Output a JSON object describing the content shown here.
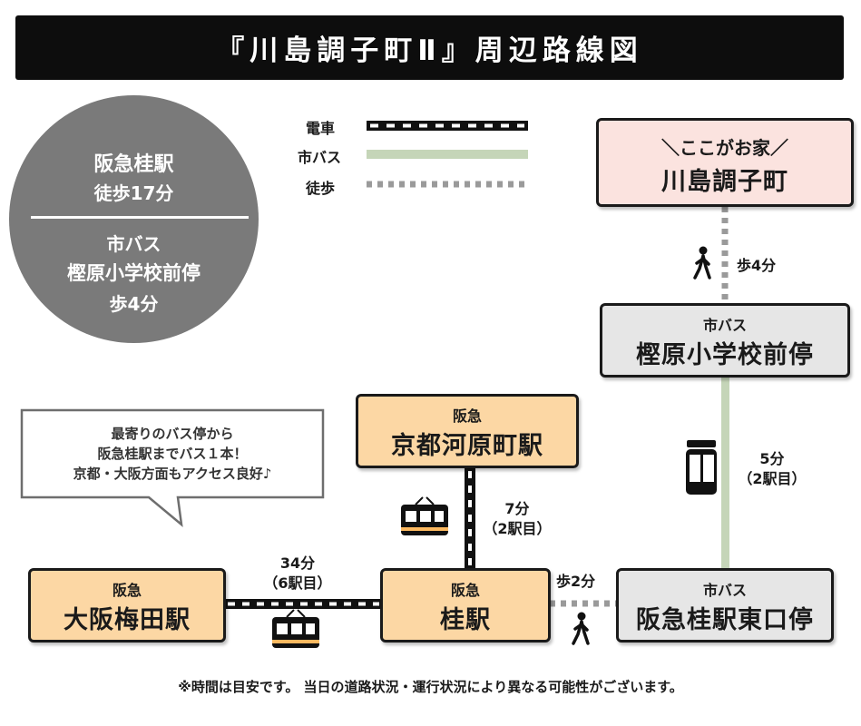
{
  "title": "『川島調子町Ⅱ』周辺路線図",
  "access_summary": {
    "line1": "阪急桂駅",
    "line2": "徒歩17分",
    "line3": "市バス",
    "line4": "樫原小学校前停",
    "line5": "歩4分"
  },
  "legend": {
    "train": "電車",
    "bus": "市バス",
    "walk": "徒歩"
  },
  "home": {
    "tag": "＼ここがお家／",
    "name": "川島調子町"
  },
  "walk_home": "歩4分",
  "bus_stop_school": {
    "type": "市バス",
    "name": "樫原小学校前停"
  },
  "bus_ride": {
    "time": "5分",
    "stops": "（2駅目）"
  },
  "kyoto_station": {
    "line": "阪急",
    "name": "京都河原町駅"
  },
  "kyoto_ride": {
    "time": "7分",
    "stops": "（2駅目）"
  },
  "bubble": {
    "line1": "最寄りのバス停から",
    "line2": "阪急桂駅までバス１本！",
    "line3": "京都・大阪方面もアクセス良好♪"
  },
  "osaka_station": {
    "line": "阪急",
    "name": "大阪梅田駅"
  },
  "osaka_ride": {
    "time": "34分",
    "stops": "（6駅目）"
  },
  "katsura_station": {
    "line": "阪急",
    "name": "桂駅"
  },
  "walk_transfer": "歩2分",
  "bus_stop_east": {
    "type": "市バス",
    "name": "阪急桂駅東口停"
  },
  "footer": "※時間は目安です。 当日の道路状況・運行状況により異なる可能性がございます。",
  "colors": {
    "station_fill": "#fcd7a4",
    "bus_stop_fill": "#e6e6e6",
    "home_fill": "#fbe3df",
    "bus_line": "#c5d5b8",
    "walk_line": "#9a9a9a",
    "summary_circle": "#7a7a7a"
  },
  "icons": [
    "train-icon",
    "bus-icon",
    "walking-person-icon"
  ]
}
